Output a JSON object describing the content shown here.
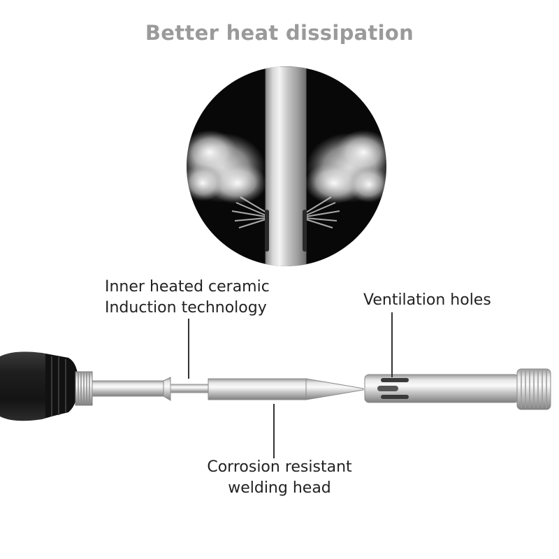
{
  "title": "Better heat dissipation",
  "callouts": {
    "inner_heated": {
      "line1": "Inner heated ceramic",
      "line2": "Induction technology"
    },
    "ventilation": {
      "line1": "Ventilation holes"
    },
    "corrosion": {
      "line1": "Corrosion resistant",
      "line2": "welding head"
    }
  },
  "colors": {
    "title": "#9a9a9a",
    "label_text": "#222222",
    "handle": "#1c1c1c",
    "metal": "#c9c9c9",
    "circle_bg": "#080808"
  }
}
